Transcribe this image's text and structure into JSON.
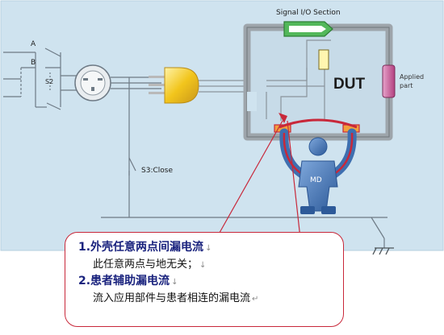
{
  "labels": {
    "a": "A",
    "b": "B",
    "s2": "S2",
    "s3": "S3:Close",
    "signal_section": "Signal I/O Section",
    "dut": "DUT",
    "applied_part_line1": "Applied",
    "applied_part_line2": "part",
    "md": "MD"
  },
  "callout": {
    "item1_title": "1.外壳任意两点间漏电流",
    "item1_desc": "此任意两点与地无关；",
    "item2_title": "2.患者辅助漏电流",
    "item2_desc": "流入应用部件与患者相连的漏电流",
    "mark_down": "↓",
    "mark_return": "↵"
  },
  "colors": {
    "panel": "#cfe3ef",
    "wire": "#6e7a85",
    "frame": "#85898d",
    "accent": "#c8283a",
    "plug": "#f2c51c",
    "signal_arrow": "#3da64a",
    "applied_part": "#c9529c",
    "figure_body": "#3e6fb0",
    "heading_text": "#1a237e"
  }
}
